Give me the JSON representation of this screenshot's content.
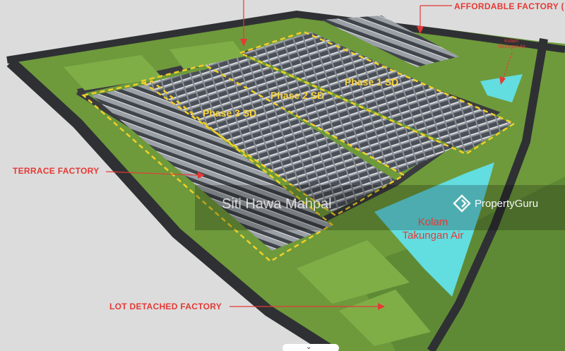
{
  "labels": {
    "affordable_factory": "AFFORDABLE FACTORY (",
    "terrace_factory": "TERRACE FACTORY",
    "lot_detached_factory": "LOT DETACHED FACTORY",
    "phase1": "Phase 1 SD",
    "phase2": "Phase 2 SD",
    "phase3": "Phase 3 SD",
    "kolam_small_line1": "Kolam",
    "kolam_small_line2": "Takungan Air",
    "kolam_big_line1": "Kolam",
    "kolam_big_line2": "Takungan Air"
  },
  "watermark": {
    "text": "Siti Hawa Mahpal"
  },
  "brand": {
    "name": "PropertyGuru",
    "icon": "propertyguru-logo-icon"
  },
  "colors": {
    "label_red": "#e53935",
    "phase_yellow": "#f7d33b",
    "dashed_boundary": "#f2d027",
    "water": "#62dde0",
    "grass": "#6e9a3c",
    "road": "#2f3033",
    "background": "#dcdcdc"
  },
  "icons": {
    "bottom_chevron": "chevron-down-icon"
  }
}
